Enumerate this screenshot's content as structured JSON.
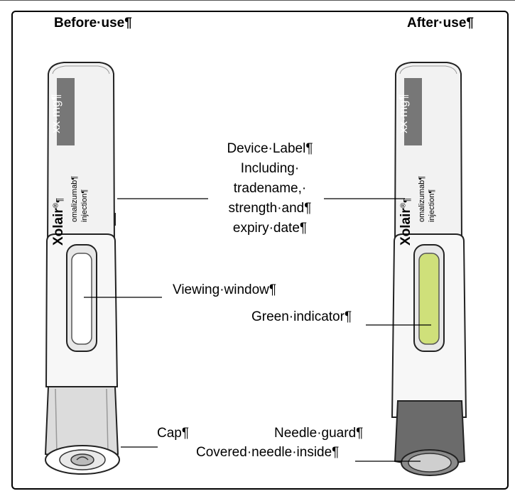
{
  "headings": {
    "before": "Before·use¶",
    "after": "After·use¶"
  },
  "pen_label": {
    "dose": "xx·mg¶",
    "tradename": "Xolair",
    "registered": "®",
    "pilcrow": "¶",
    "generic": "omalizumab¶",
    "route": "injection¶"
  },
  "callouts": {
    "device_label": [
      "Device·Label¶",
      "Including·",
      "tradename,·",
      "strength·and¶",
      "expiry·date¶"
    ],
    "viewing_window": "Viewing·window¶",
    "green_indicator": "Green·indicator¶",
    "cap": "Cap¶",
    "needle_guard": "Needle·guard¶",
    "covered_needle": "Covered·needle·inside¶"
  },
  "colors": {
    "indicator_green": "#cfe07a",
    "needle_guard_gray": "#6b6b6b",
    "pen_body": "#f2f2f2",
    "dose_box": "#777777"
  }
}
